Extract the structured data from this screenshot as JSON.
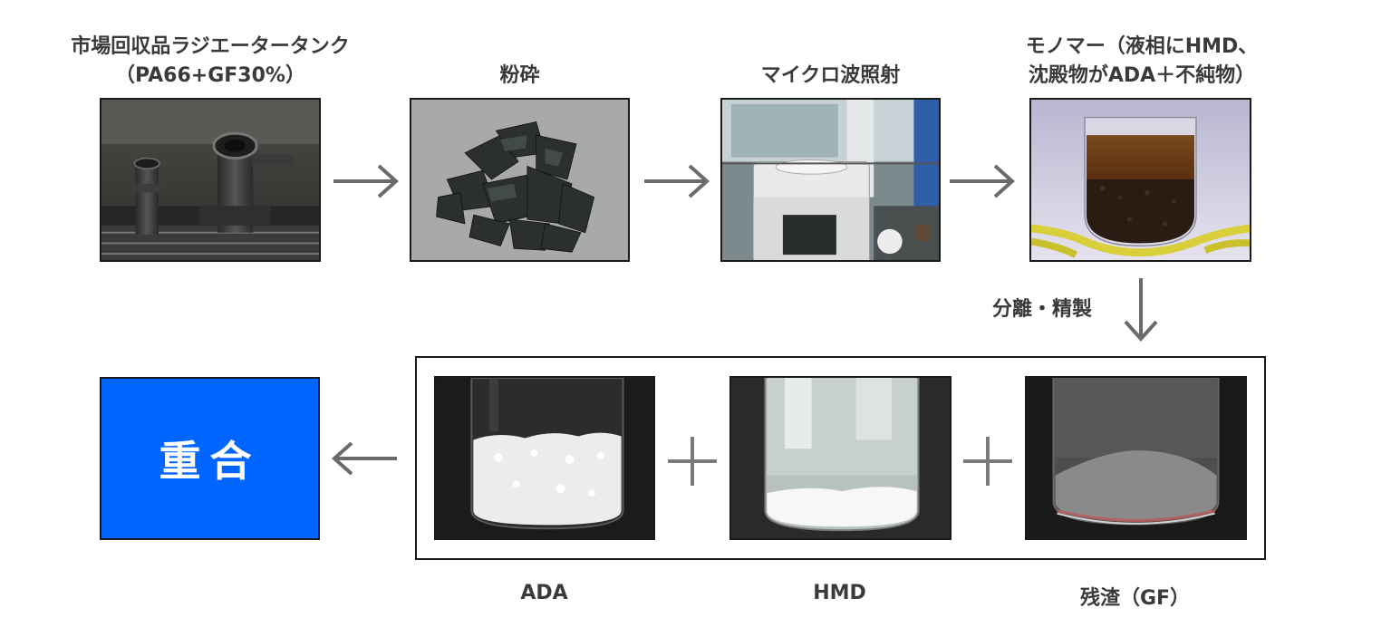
{
  "steps": [
    {
      "label": "市場回収品ラジエータータンク\n（PA66+GF30%）",
      "image": "radiator-tank-photo"
    },
    {
      "label": "粉砕",
      "image": "crushed-pieces-photo"
    },
    {
      "label": "マイクロ波照射",
      "image": "microwave-reactor-photo"
    },
    {
      "label": "モノマー（液相にHMD、\n沈殿物がADA＋不純物）",
      "image": "monomer-vessel-photo"
    }
  ],
  "separation_label": "分離・精製",
  "products": [
    {
      "label": "ADA",
      "image": "ada-powder-vial-photo"
    },
    {
      "label": "HMD",
      "image": "hmd-vial-photo"
    },
    {
      "label": "残渣（GF）",
      "image": "gf-residue-vial-photo"
    }
  ],
  "polymerization_label": "重合",
  "colors": {
    "polymer_box": "#0066ff",
    "arrow": "#6b6b6b",
    "text": "#3a3a3a"
  }
}
